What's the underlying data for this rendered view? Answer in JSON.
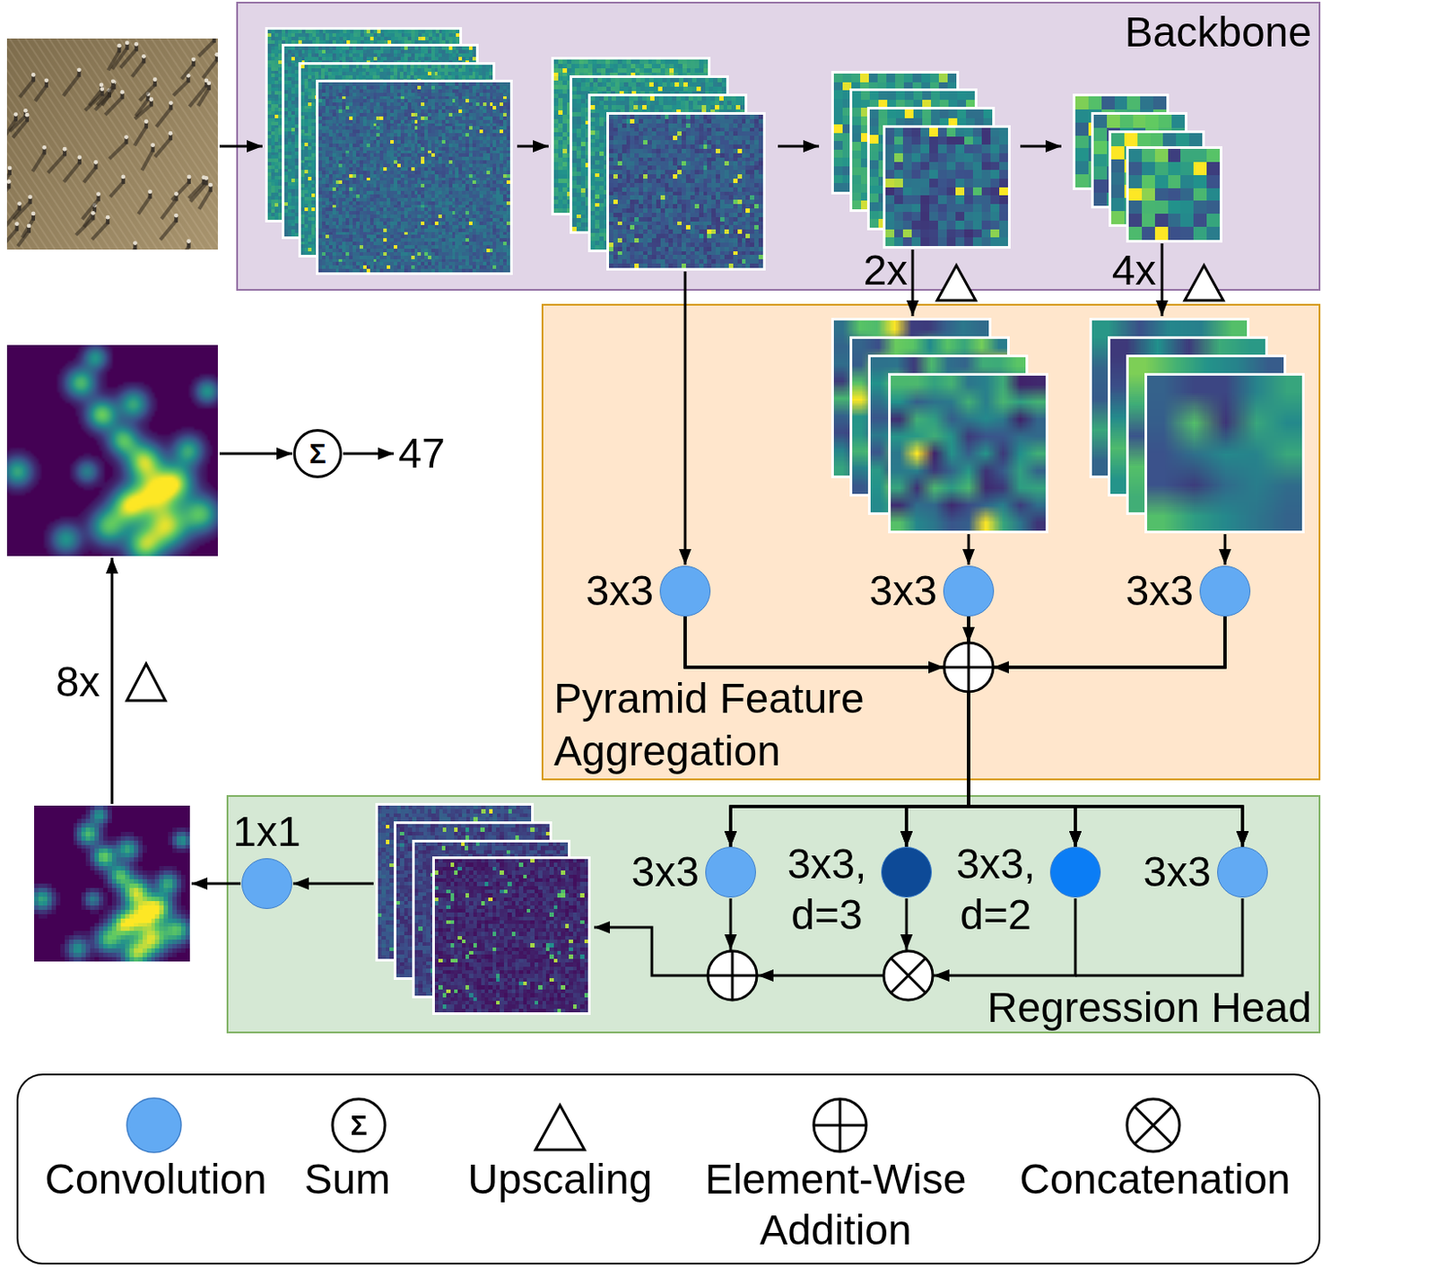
{
  "diagram": {
    "nodes": [
      {
        "text": [
          "Backbone"
        ]
      },
      {
        "text": [
          "Σ"
        ]
      },
      {
        "text": [
          "Pyramid Feature Aggregation"
        ]
      },
      {
        "text": [
          "3x3"
        ],
        "in": 2
      },
      {
        "text": [
          "3x3"
        ],
        "in": 2
      },
      {
        "text": [
          "3x3"
        ],
        "in": 2
      },
      {
        "text": [
          "Regression Head"
        ]
      },
      {
        "text": [
          "1x1"
        ],
        "in": 6
      },
      {
        "text": [
          "3x3"
        ],
        "in": 6
      },
      {
        "text": [
          "3x3, d=3"
        ],
        "in": 6
      },
      {
        "text": [
          "3x3, d=2"
        ],
        "in": 6
      },
      {
        "text": [
          "3x3"
        ],
        "in": 6
      }
    ],
    "edges": [
      {
        "from": 3,
        "to": 8,
        "arrow": "to"
      },
      {
        "from": 3,
        "to": 9,
        "arrow": "to"
      },
      {
        "from": 3,
        "to": 10,
        "arrow": "to"
      },
      {
        "from": 3,
        "to": 11,
        "arrow": "to"
      },
      {
        "from": 4,
        "to": 8,
        "arrow": "to"
      },
      {
        "from": 4,
        "to": 9,
        "arrow": "to"
      },
      {
        "from": 4,
        "to": 10,
        "arrow": "to"
      },
      {
        "from": 4,
        "to": 11,
        "arrow": "to"
      },
      {
        "from": 5,
        "to": 8,
        "arrow": "to"
      },
      {
        "from": 5,
        "to": 9,
        "arrow": "to"
      },
      {
        "from": 5,
        "to": 10,
        "arrow": "to"
      },
      {
        "from": 5,
        "to": 11,
        "arrow": "to"
      }
    ],
    "labels": [
      "2x",
      "4x",
      "47",
      "8x",
      "Σ"
    ],
    "legend": [
      {
        "text": "Convolution"
      },
      {
        "text": "Sum"
      },
      {
        "text": "Upscaling"
      },
      {
        "text": "Element-Wise Addition"
      },
      {
        "text": "Concatenation"
      }
    ]
  }
}
